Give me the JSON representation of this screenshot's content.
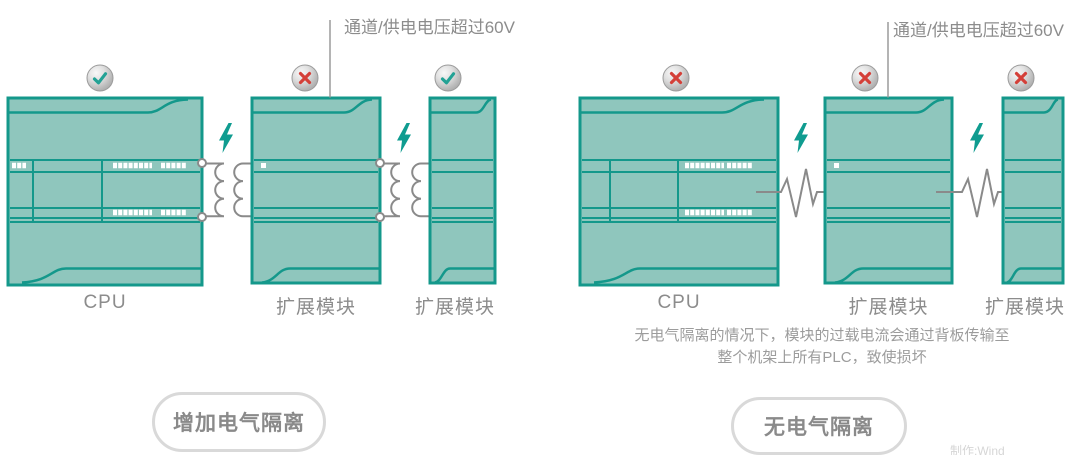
{
  "colors": {
    "module-fill": "#8fc6bd",
    "module-stroke": "#14988b",
    "wire": "#8a8a8a",
    "bolt": "#0f9c90",
    "check": "#23a295",
    "cross": "#d43f38",
    "led": "#ffffff",
    "text-gray": "#8c8c8c",
    "caption-gray": "#9c9c9c",
    "pill-border": "#d9d9d9"
  },
  "annotations": {
    "left": "通道/供电电压超过60V",
    "right": "通道/供电电压超过60V"
  },
  "panels": {
    "left": {
      "modules": [
        {
          "label": "CPU",
          "status": "ok"
        },
        {
          "label": "扩展模块",
          "status": "error"
        },
        {
          "label": "扩展模块",
          "status": "ok"
        }
      ],
      "pill_label": "增加电气隔离"
    },
    "right": {
      "modules": [
        {
          "label": "CPU",
          "status": "error"
        },
        {
          "label": "扩展模块",
          "status": "error"
        },
        {
          "label": "扩展模块",
          "status": "error"
        }
      ],
      "caption": [
        "无电气隔离的情况下，模块的过载电流会通过背板传输至",
        "整个机架上所有PLC，致使损坏"
      ],
      "pill_label": "无电气隔离"
    }
  },
  "icons": {
    "ok": "check-icon",
    "error": "cross-icon",
    "between_isolated": "transformer-coil",
    "between_unisolated": "surge-line",
    "hazard": "lightning-bolt-icon"
  },
  "watermark": "制作:Wind"
}
